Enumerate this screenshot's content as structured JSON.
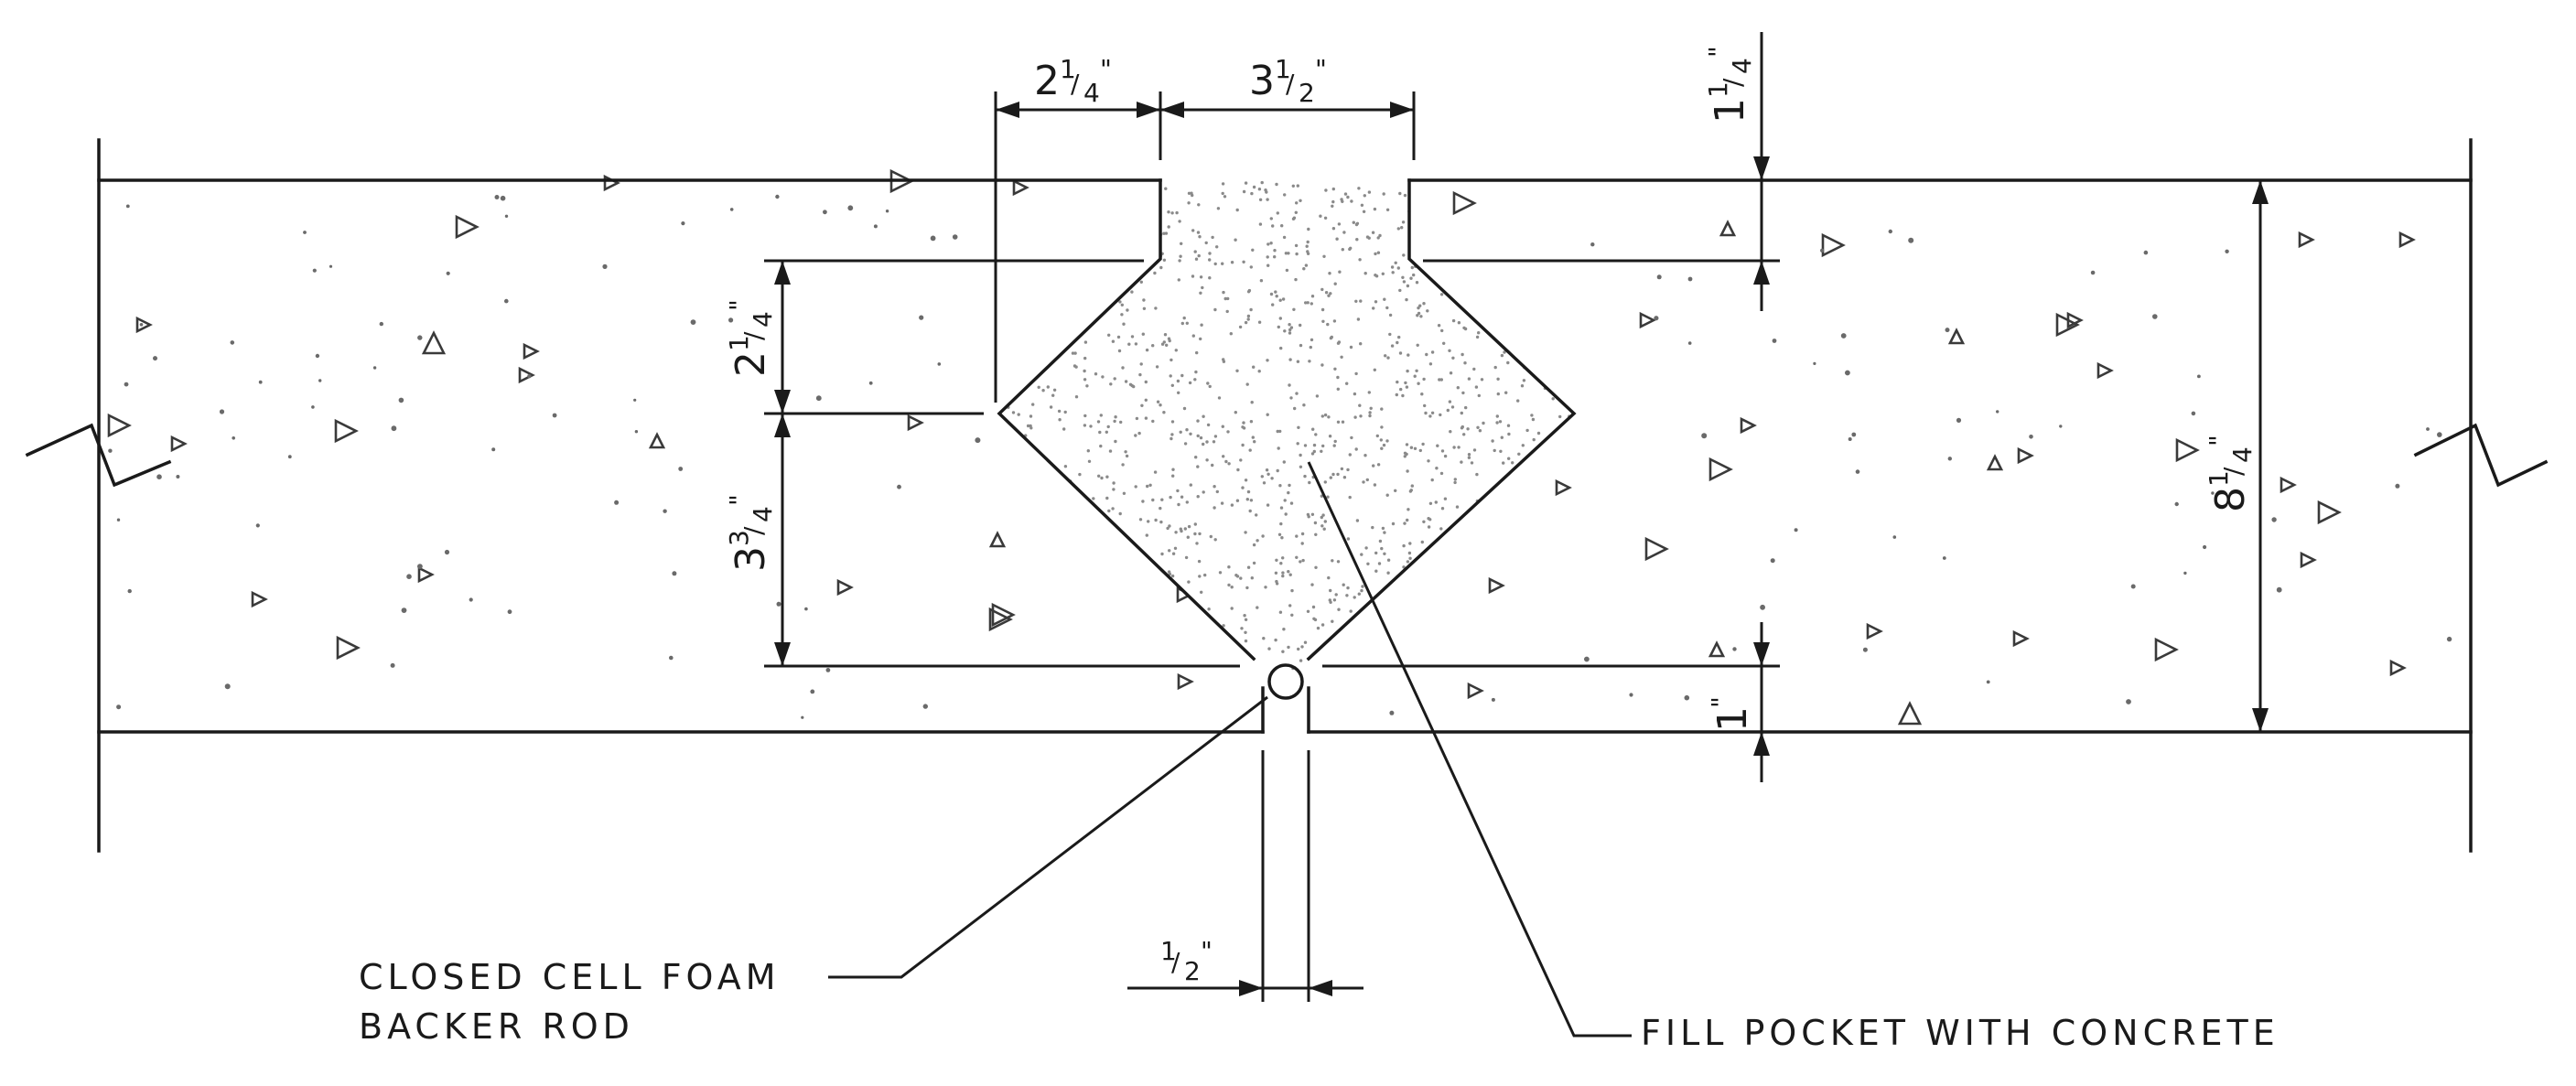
{
  "drawing": {
    "colors": {
      "line": "#1a1a1a",
      "stipple": "#8a8a8a",
      "background": "#ffffff"
    },
    "labels": {
      "backer_rod_line1": "CLOSED CELL FOAM",
      "backer_rod_line2": "BACKER ROD",
      "fill_pocket": "FILL POCKET WITH CONCRETE"
    },
    "dimensions": {
      "top_left_width": {
        "whole": "2",
        "num": "1",
        "den": "4",
        "inch": "\""
      },
      "top_pocket_width": {
        "whole": "3",
        "num": "1",
        "den": "2",
        "inch": "\""
      },
      "top_step_depth": {
        "whole": "1",
        "num": "1",
        "den": "4",
        "inch": "\""
      },
      "upper_depth": {
        "whole": "2",
        "num": "1",
        "den": "4",
        "inch": "\""
      },
      "lower_depth": {
        "whole": "3",
        "num": "3",
        "den": "4",
        "inch": "\""
      },
      "slab_thickness": {
        "whole": "8",
        "num": "1",
        "den": "4",
        "inch": "\""
      },
      "bottom_depth": {
        "whole": "1",
        "inch": "\""
      },
      "joint_width": {
        "num": "1",
        "den": "2",
        "inch": "\""
      }
    }
  }
}
